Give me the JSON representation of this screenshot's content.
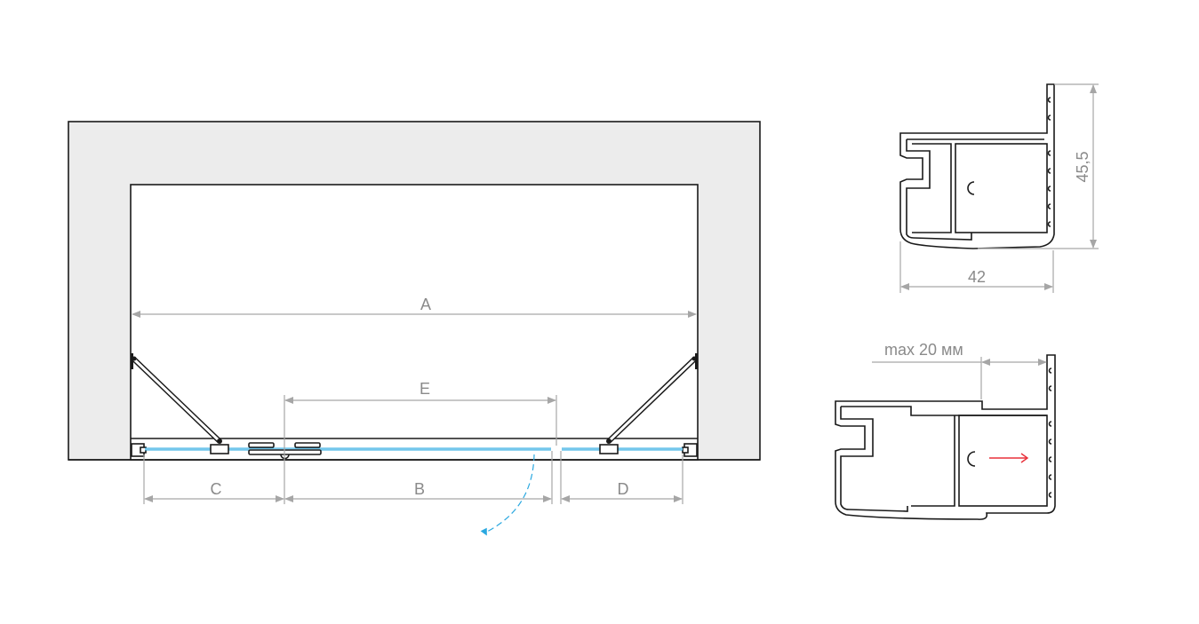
{
  "plan": {
    "labels": {
      "A": "A",
      "B": "B",
      "C": "C",
      "D": "D",
      "E": "E"
    },
    "colors": {
      "wall": "#ececec",
      "glass": "#2aa8e0",
      "dimension": "#a6a6a6"
    }
  },
  "profile_top": {
    "height_label": "45,5",
    "width_label": "42"
  },
  "profile_bottom": {
    "max_label": "max 20 мм",
    "arrow_color": "#e8303a"
  }
}
